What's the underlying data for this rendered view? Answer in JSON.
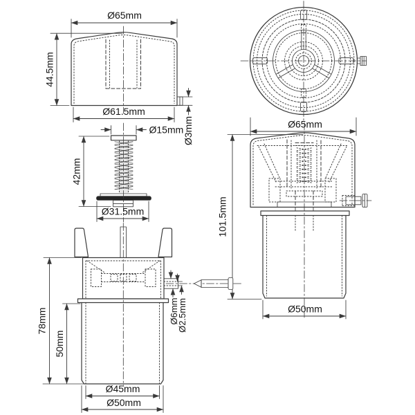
{
  "views": {
    "cap_front": {
      "dia_top": "Ø65mm",
      "height": "44.5mm",
      "dia_bottom": "Ø61.5mm",
      "dia_pin": "Ø3mm"
    },
    "assembly": {
      "dia_cap": "Ø65mm",
      "height": "101.5mm",
      "dia_outlet": "Ø50mm"
    },
    "spring": {
      "dia_guide": "Ø15mm",
      "height": "42mm",
      "dia_plate": "Ø31.5mm"
    },
    "body": {
      "height_total": "78mm",
      "height_lower": "50mm",
      "dia_inner": "Ø45mm",
      "dia_outer": "Ø50mm",
      "dia_port": "Ø6mm",
      "dia_bore": "Ø2.5mm"
    }
  },
  "colors": {
    "line": "#3a3a3a",
    "text": "#141414",
    "seal": "#232323",
    "background": "#ffffff"
  }
}
